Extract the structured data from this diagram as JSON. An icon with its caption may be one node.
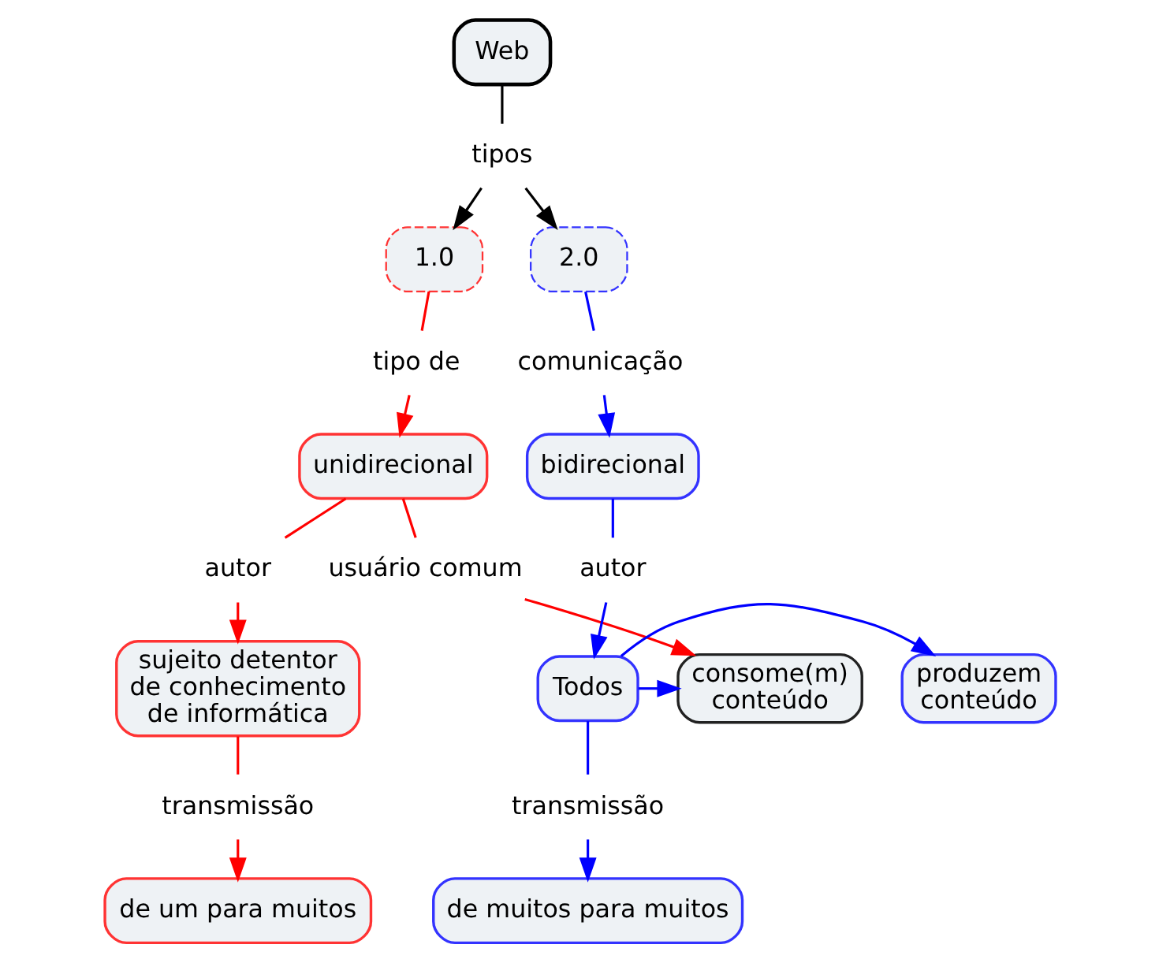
{
  "diagram": {
    "nodes": [
      {
        "text": [
          "Web"
        ]
      },
      {
        "text": [
          "tipos"
        ]
      },
      {
        "text": [
          "1.0"
        ]
      },
      {
        "text": [
          "2.0"
        ]
      },
      {
        "text": [
          "tipo de"
        ]
      },
      {
        "text": [
          "comunicação"
        ]
      },
      {
        "text": [
          "unidirecional"
        ]
      },
      {
        "text": [
          "bidirecional"
        ]
      },
      {
        "text": [
          "autor"
        ]
      },
      {
        "text": [
          "usuário comum"
        ]
      },
      {
        "text": [
          "autor"
        ]
      },
      {
        "text": [
          "sujeito detentor de conhecimento de informática"
        ]
      },
      {
        "text": [
          "consome(m) conteúdo"
        ]
      },
      {
        "text": [
          "Todos"
        ]
      },
      {
        "text": [
          "produzem conteúdo"
        ]
      },
      {
        "text": [
          "transmissão"
        ]
      },
      {
        "text": [
          "transmissão"
        ]
      },
      {
        "text": [
          "de um para muitos"
        ]
      },
      {
        "text": [
          "de muitos para muitos"
        ]
      }
    ],
    "edges": [
      {
        "from": 0,
        "to": 1,
        "arrow": "none",
        "color": "#000000"
      },
      {
        "from": 1,
        "to": 2,
        "arrow": "to",
        "color": "#000000"
      },
      {
        "from": 1,
        "to": 3,
        "arrow": "to",
        "color": "#000000"
      },
      {
        "from": 2,
        "to": 4,
        "arrow": "none",
        "color": "#ff0000"
      },
      {
        "from": 4,
        "to": 6,
        "arrow": "to",
        "color": "#ff0000"
      },
      {
        "from": 3,
        "to": 5,
        "arrow": "none",
        "color": "#0000ff"
      },
      {
        "from": 5,
        "to": 7,
        "arrow": "to",
        "color": "#0000ff"
      },
      {
        "from": 6,
        "to": 8,
        "arrow": "none",
        "color": "#ff0000"
      },
      {
        "from": 8,
        "to": 11,
        "arrow": "to",
        "color": "#ff0000"
      },
      {
        "from": 6,
        "to": 9,
        "arrow": "none",
        "color": "#ff0000"
      },
      {
        "from": 9,
        "to": 12,
        "arrow": "to",
        "color": "#ff0000"
      },
      {
        "from": 7,
        "to": 10,
        "arrow": "none",
        "color": "#0000ff"
      },
      {
        "from": 10,
        "to": 13,
        "arrow": "to",
        "color": "#0000ff"
      },
      {
        "from": 13,
        "to": 12,
        "arrow": "to",
        "color": "#0000ff"
      },
      {
        "from": 13,
        "to": 14,
        "arrow": "to",
        "color": "#0000ff"
      },
      {
        "from": 11,
        "to": 15,
        "arrow": "none",
        "color": "#ff0000"
      },
      {
        "from": 15,
        "to": 17,
        "arrow": "to",
        "color": "#ff0000"
      },
      {
        "from": 13,
        "to": 16,
        "arrow": "none",
        "color": "#0000ff"
      },
      {
        "from": 16,
        "to": 18,
        "arrow": "to",
        "color": "#0000ff"
      }
    ]
  }
}
